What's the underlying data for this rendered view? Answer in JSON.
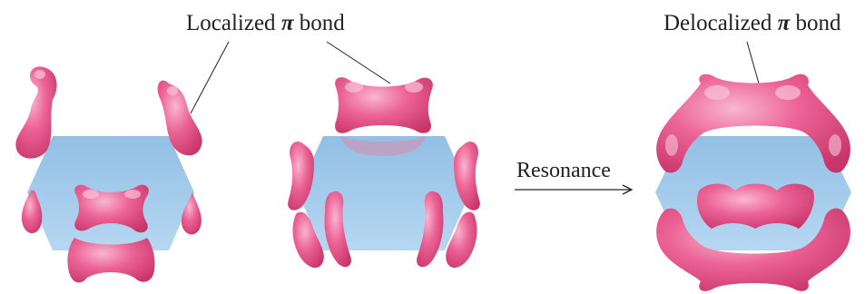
{
  "labels": {
    "localized": {
      "prefix": "Localized ",
      "pi": "π",
      "suffix": " bond"
    },
    "delocalized": {
      "prefix": "Delocalized ",
      "pi": "π",
      "suffix": " bond"
    },
    "resonance": "Resonance"
  },
  "colors": {
    "lobe_fill": "#ea5a8e",
    "lobe_highlight": "#f7a9c6",
    "lobe_dark": "#c8356a",
    "plane": "#8fc0e6",
    "text": "#222222"
  }
}
